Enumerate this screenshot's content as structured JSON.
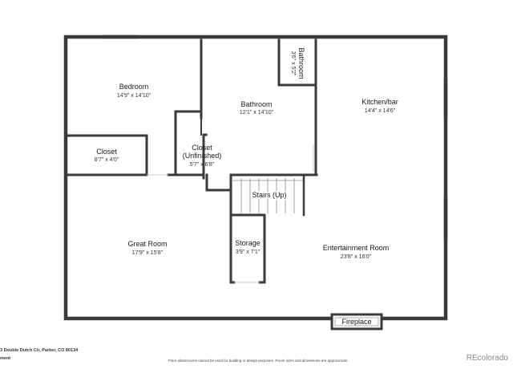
{
  "colors": {
    "wall": "#3a3a3a",
    "window": "#cfcfcf",
    "stairs": "#9a9a9a",
    "brand": "#888888"
  },
  "rooms": {
    "bedroom": {
      "name": "Bedroom",
      "dim": "14'9\" x 14'10\""
    },
    "bathroom_main": {
      "name": "Bathroom",
      "dim": "12'1\" x 14'10\""
    },
    "bathroom_small": {
      "name": "Bathroom",
      "dim": "3'6\" x 5'2\""
    },
    "kitchen": {
      "name": "Kitchen/bar",
      "dim": "14'4\" x 14'6\""
    },
    "closet": {
      "name": "Closet",
      "dim": "8'7\" x 4'0\""
    },
    "closet_unfinished": {
      "name_line1": "Closet",
      "name_line2": "(Unfinished)",
      "dim": "5'7\" x 6'8\""
    },
    "stairs": {
      "name": "Stairs (Up)"
    },
    "great_room": {
      "name": "Great Room",
      "dim": "17'9\" x 15'8\""
    },
    "storage": {
      "name": "Storage",
      "dim": "3'9\" x 7'1\""
    },
    "entertainment": {
      "name": "Entertainment Room",
      "dim": "23'8\" x 16'0\""
    },
    "fireplace": {
      "name": "Fireplace"
    }
  },
  "footer": {
    "address": "3 Double Dutch Cir, Parker, CO 80134",
    "level": "ment",
    "note": "Floor plans/rooms cannot be used for building or design purposes. Room sizes and dimensions are approximate.",
    "brand": "REcolorado"
  }
}
